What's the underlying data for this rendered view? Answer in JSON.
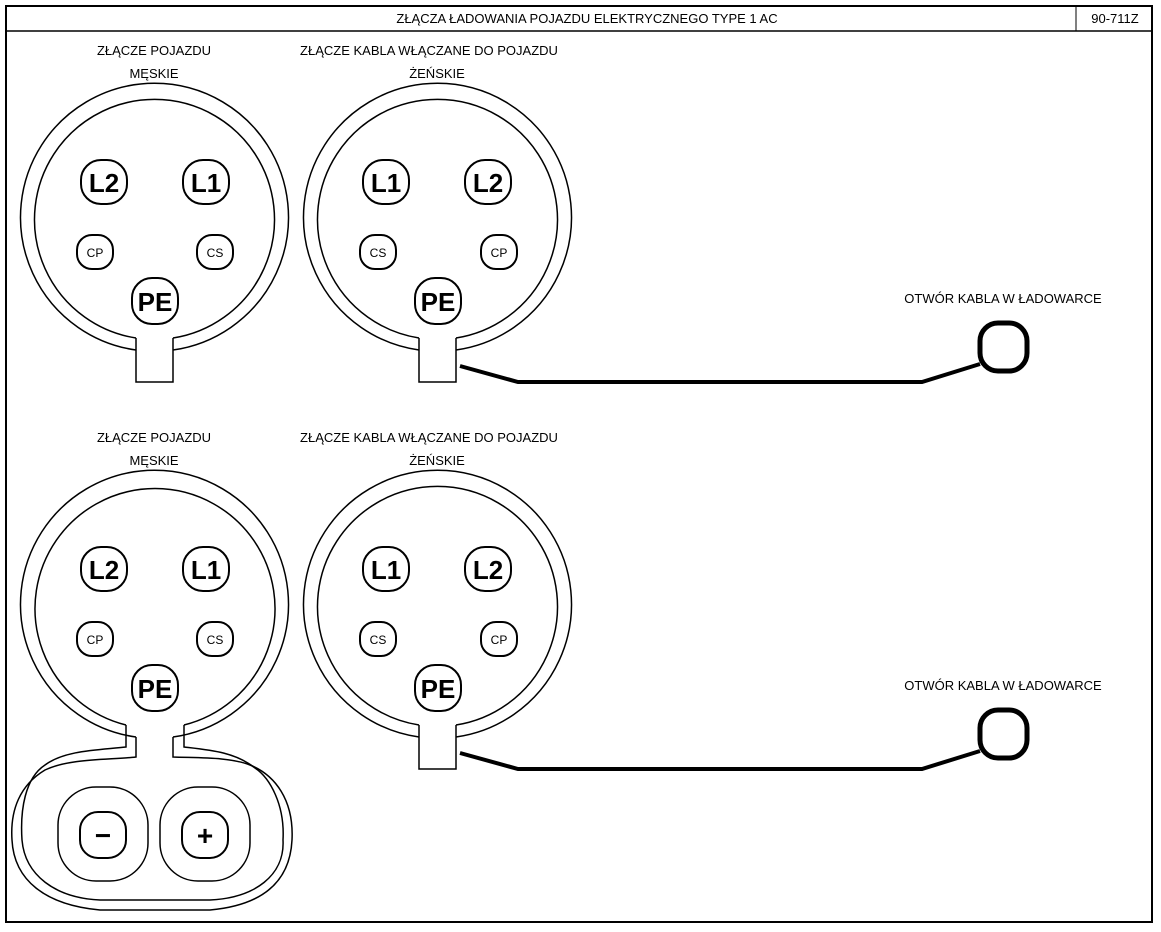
{
  "header": {
    "title": "ZŁĄCZA ŁADOWANIA POJAZDU ELEKTRYCZNEGO TYPE 1 AC",
    "code": "90-711Z"
  },
  "colors": {
    "line": "#000000",
    "background": "#ffffff"
  },
  "sections": [
    {
      "vehicle_connector": {
        "title_line1": "ZŁĄCZE POJAZDU",
        "title_line2": "MĘSKIE",
        "pins": {
          "top_left": "L2",
          "top_right": "L1",
          "mid_left": "CP",
          "mid_right": "CS",
          "bottom": "PE"
        }
      },
      "cable_connector": {
        "title_line1": "ZŁĄCZE KABLA WŁĄCZANE DO POJAZDU",
        "title_line2": "ŻEŃSKIE",
        "pins": {
          "top_left": "L1",
          "top_right": "L2",
          "mid_left": "CS",
          "mid_right": "CP",
          "bottom": "PE"
        }
      },
      "charger_outlet_label": "OTWÓR KABLA W ŁADOWARCE"
    },
    {
      "vehicle_connector": {
        "title_line1": "ZŁĄCZE POJAZDU",
        "title_line2": "MĘSKIE",
        "pins": {
          "top_left": "L2",
          "top_right": "L1",
          "mid_left": "CP",
          "mid_right": "CS",
          "bottom": "PE"
        },
        "dc_pins": {
          "left": "−",
          "right": "+"
        }
      },
      "cable_connector": {
        "title_line1": "ZŁĄCZE KABLA WŁĄCZANE DO POJAZDU",
        "title_line2": "ŻEŃSKIE",
        "pins": {
          "top_left": "L1",
          "top_right": "L2",
          "mid_left": "CS",
          "mid_right": "CP",
          "bottom": "PE"
        }
      },
      "charger_outlet_label": "OTWÓR KABLA W ŁADOWARCE"
    }
  ]
}
